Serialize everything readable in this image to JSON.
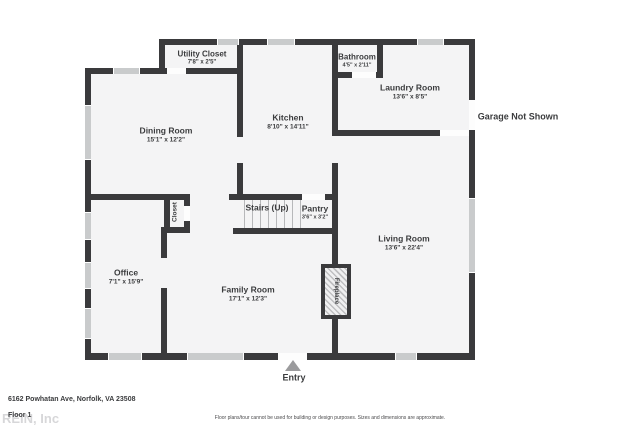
{
  "colors": {
    "wall": "#3a3a3c",
    "room_fill": "#f4f4f5",
    "window_marker": "#c9cbcc",
    "text": "#3b3c3e",
    "entry_arrow": "#9b9b9d",
    "watermark": "#d7d7d9"
  },
  "rooms": [
    {
      "name": "Utility Closet",
      "dims": "7'8\" x 2'5\""
    },
    {
      "name": "Bathroom",
      "dims": "4'5\" x 2'11\""
    },
    {
      "name": "Laundry Room",
      "dims": "13'6\" x 8'5\""
    },
    {
      "name": "Kitchen",
      "dims": "8'10\" x 14'11\""
    },
    {
      "name": "Dining Room",
      "dims": "15'1\" x 12'2\""
    },
    {
      "name": "Living Room",
      "dims": "13'6\" x 22'4\""
    },
    {
      "name": "Family Room",
      "dims": "17'1\" x 12'3\""
    },
    {
      "name": "Office",
      "dims": "7'1\" x 15'9\""
    },
    {
      "name": "Pantry",
      "dims": "3'6\" x 3'2\""
    }
  ],
  "features": {
    "stairs_label": "Stairs (Up)",
    "closet_label": "Closet",
    "fireplace_label": "Fireplace",
    "entry_label": "Entry",
    "garage_note": "Garage Not Shown"
  },
  "footer": {
    "address": "6162 Powhatan Ave, Norfolk, VA 23508",
    "floor": "Floor 1",
    "watermark": "REIN, Inc",
    "disclaimer": "Floor plans/tour cannot be used for building or design purposes. Sizes and dimensions are approximate."
  }
}
